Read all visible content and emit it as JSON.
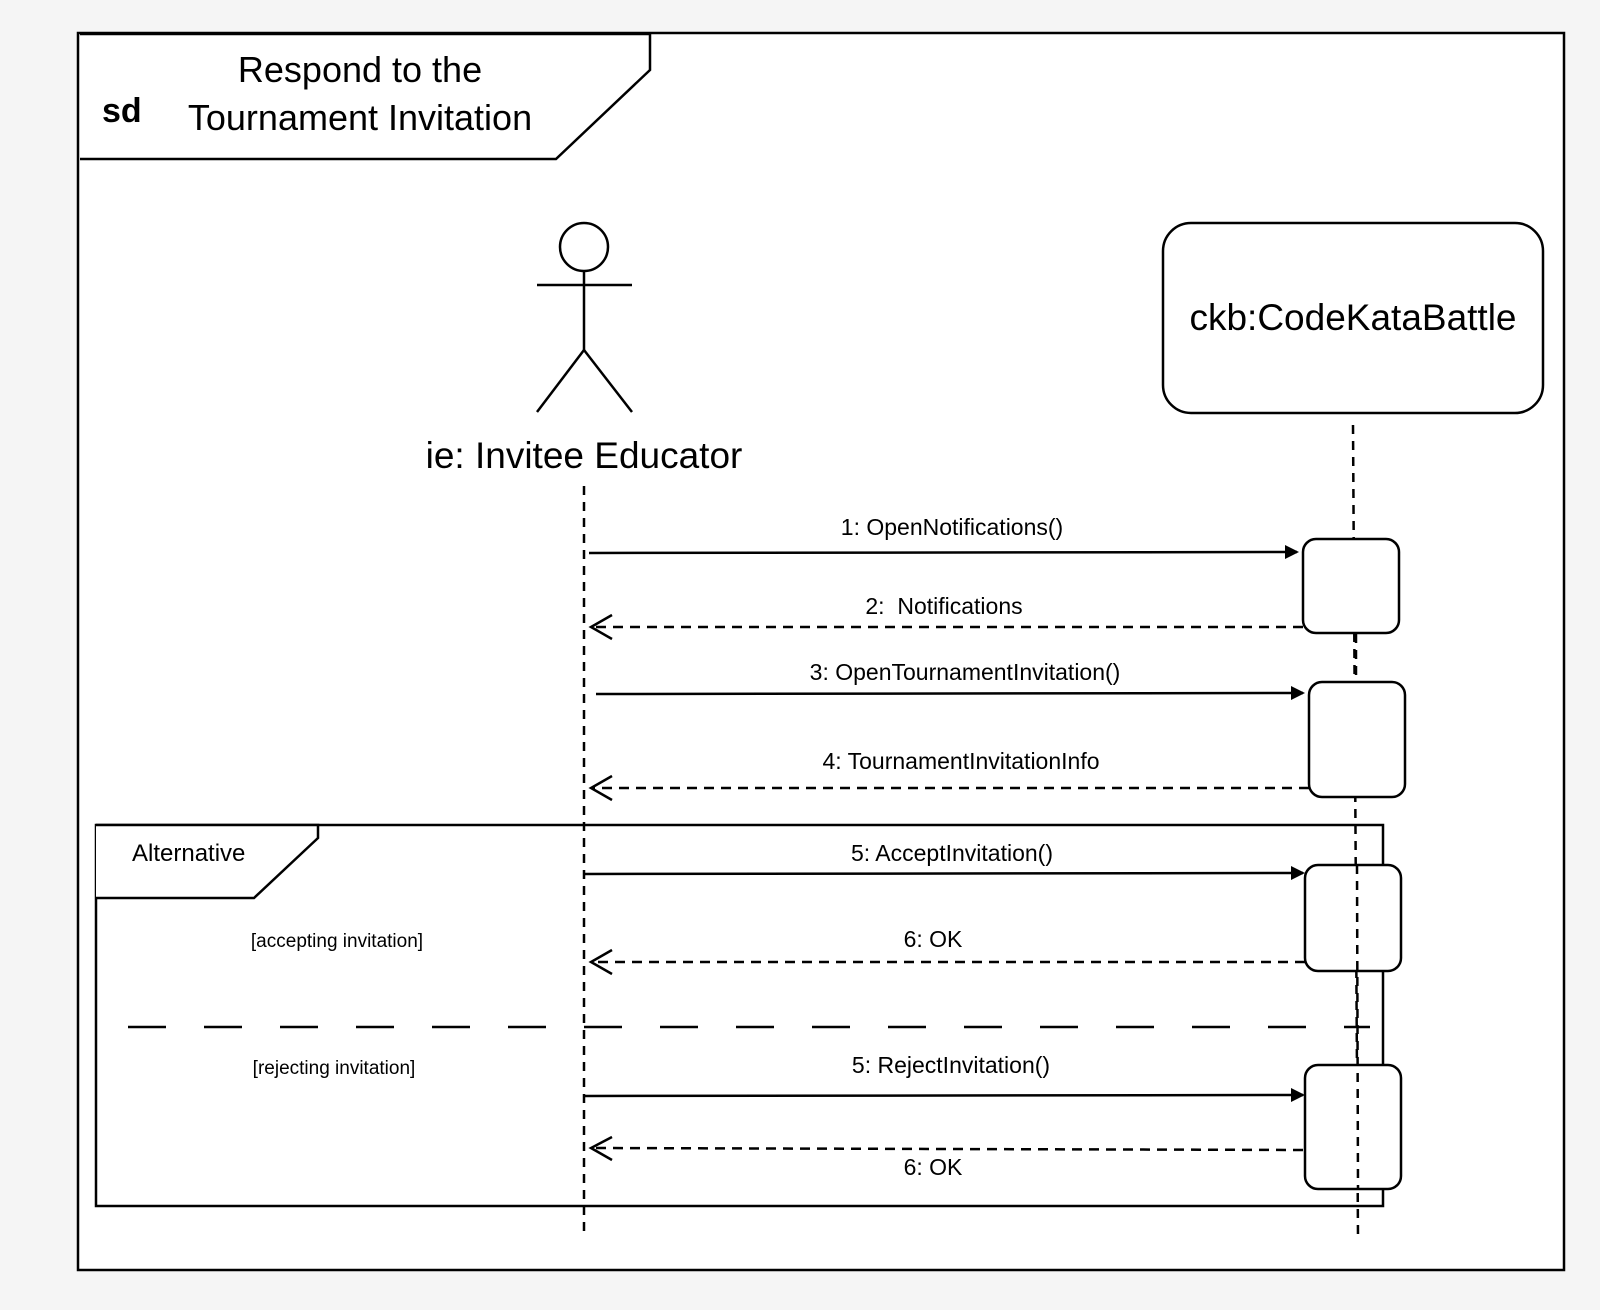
{
  "colors": {
    "background": "#f5f5f5",
    "frame_fill": "#ffffff",
    "stroke": "#000000"
  },
  "frame": {
    "keyword": "sd",
    "title_line1": "Respond to the",
    "title_line2": "Tournament Invitation"
  },
  "participants": {
    "actor": {
      "icon": "stick-figure-icon",
      "label": "ie: Invitee Educator"
    },
    "system": {
      "label": "ckb:CodeKataBattle"
    }
  },
  "messages": [
    {
      "label": "1: OpenNotifications()",
      "kind": "synchronous-call"
    },
    {
      "label": "2:  Notifications",
      "kind": "reply"
    },
    {
      "label": "3: OpenTournamentInvitation()",
      "kind": "synchronous-call"
    },
    {
      "label": "4: TournamentInvitationInfo",
      "kind": "reply"
    },
    {
      "label": "5: AcceptInvitation()",
      "kind": "synchronous-call"
    },
    {
      "label": "6: OK",
      "kind": "reply"
    },
    {
      "label": "5: RejectInvitation()",
      "kind": "synchronous-call"
    },
    {
      "label": "6: OK",
      "kind": "reply"
    }
  ],
  "alt_fragment": {
    "label": "Alternative",
    "guards": [
      "[accepting invitation]",
      "[rejecting invitation]"
    ]
  }
}
